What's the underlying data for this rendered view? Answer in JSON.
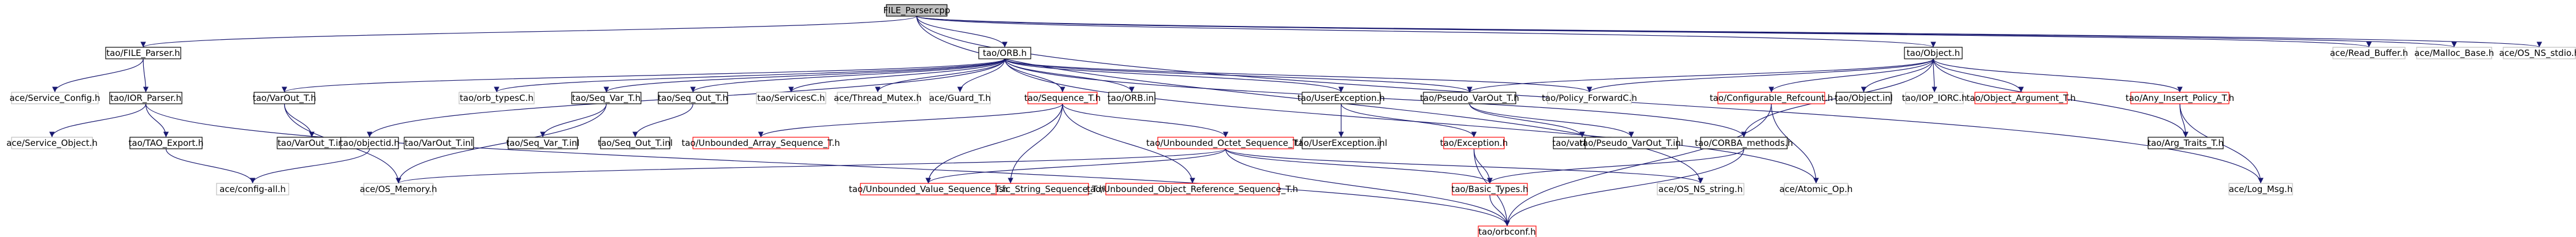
{
  "colors": {
    "edge": "#191970",
    "node_border_default": "#000000",
    "node_border_missing": "#bfbfbf",
    "node_border_truncated": "#ff0000",
    "root_fill": "#bfbfbf",
    "text": "#000000"
  },
  "nodes": [
    {
      "id": "root",
      "label": "FILE_Parser.cpp",
      "style": "root"
    },
    {
      "id": "fileparser",
      "label": "tao/FILE_Parser.h",
      "style": "normal"
    },
    {
      "id": "orb",
      "label": "tao/ORB.h",
      "style": "normal"
    },
    {
      "id": "object",
      "label": "tao/Object.h",
      "style": "normal"
    },
    {
      "id": "readbuf",
      "label": "ace/Read_Buffer.h",
      "style": "missing"
    },
    {
      "id": "mallocbase",
      "label": "ace/Malloc_Base.h",
      "style": "missing"
    },
    {
      "id": "osnsstdio",
      "label": "ace/OS_NS_stdio.h",
      "style": "missing"
    },
    {
      "id": "svcconfig",
      "label": "ace/Service_Config.h",
      "style": "missing"
    },
    {
      "id": "iorparser",
      "label": "tao/IOR_Parser.h",
      "style": "normal"
    },
    {
      "id": "svcobject",
      "label": "ace/Service_Object.h",
      "style": "missing"
    },
    {
      "id": "taoexport",
      "label": "tao/TAO_Export.h",
      "style": "normal"
    },
    {
      "id": "configall",
      "label": "ace/config-all.h",
      "style": "missing"
    },
    {
      "id": "varoutt",
      "label": "tao/VarOut_T.h",
      "style": "normal"
    },
    {
      "id": "varoutinl",
      "label": "tao/VarOut_T.inl",
      "style": "normal"
    },
    {
      "id": "orbtypesc",
      "label": "tao/orb_typesC.h",
      "style": "missing"
    },
    {
      "id": "seqvart",
      "label": "tao/Seq_Var_T.h",
      "style": "normal"
    },
    {
      "id": "seqoutt",
      "label": "tao/Seq_Out_T.h",
      "style": "normal"
    },
    {
      "id": "servicesc",
      "label": "tao/ServicesC.h",
      "style": "missing"
    },
    {
      "id": "threadmutex",
      "label": "ace/Thread_Mutex.h",
      "style": "missing"
    },
    {
      "id": "guardt",
      "label": "ace/Guard_T.h",
      "style": "missing"
    },
    {
      "id": "seqt",
      "label": "tao/Sequence_T.h",
      "style": "truncated"
    },
    {
      "id": "orbinl",
      "label": "tao/ORB.inl",
      "style": "normal"
    },
    {
      "id": "userexc",
      "label": "tao/UserException.h",
      "style": "normal"
    },
    {
      "id": "pseudovaroutt",
      "label": "tao/Pseudo_VarOut_T.h",
      "style": "normal"
    },
    {
      "id": "policyfwd",
      "label": "tao/Policy_ForwardC.h",
      "style": "missing"
    },
    {
      "id": "configrefcount",
      "label": "tao/Configurable_Refcount.h",
      "style": "truncated"
    },
    {
      "id": "objectinl",
      "label": "tao/Object.inl",
      "style": "normal"
    },
    {
      "id": "iopiorc",
      "label": "tao/IOP_IORC.h",
      "style": "missing"
    },
    {
      "id": "objectargt",
      "label": "tao/Object_Argument_T.h",
      "style": "truncated"
    },
    {
      "id": "anyinsertpolicy",
      "label": "tao/Any_Insert_Policy_T.h",
      "style": "truncated"
    },
    {
      "id": "objectid",
      "label": "tao/objectid.h",
      "style": "normal"
    },
    {
      "id": "varoutinl2",
      "label": "tao/VarOut_T.inl",
      "style": "normal"
    },
    {
      "id": "seqvarinl",
      "label": "tao/Seq_Var_T.inl",
      "style": "normal"
    },
    {
      "id": "seqoutinl",
      "label": "tao/Seq_Out_T.inl",
      "style": "normal"
    },
    {
      "id": "unbarray",
      "label": "tao/Unbounded_Array_Sequence_T.h",
      "style": "truncated"
    },
    {
      "id": "unbbasicstr",
      "label": "tao/Unbounded_Basic_String_Sequence_T.h",
      "style": "truncated"
    },
    {
      "id": "unbobjref",
      "label": "tao/Unbounded_Object_Reference_Sequence_T.h",
      "style": "truncated"
    },
    {
      "id": "unboctet",
      "label": "tao/Unbounded_Octet_Sequence_T.h",
      "style": "truncated"
    },
    {
      "id": "userexcinl",
      "label": "tao/UserException.inl",
      "style": "normal"
    },
    {
      "id": "exception",
      "label": "tao/Exception.h",
      "style": "truncated"
    },
    {
      "id": "varbase",
      "label": "tao/varbase.h",
      "style": "normal"
    },
    {
      "id": "pseudovaroutinl",
      "label": "tao/Pseudo_VarOut_T.inl",
      "style": "normal"
    },
    {
      "id": "corbamethods",
      "label": "tao/CORBA_methods.h",
      "style": "normal"
    },
    {
      "id": "atomicop",
      "label": "ace/Atomic_Op.h",
      "style": "missing"
    },
    {
      "id": "argtraits",
      "label": "tao/Arg_Traits_T.h",
      "style": "normal"
    },
    {
      "id": "logmsg",
      "label": "ace/Log_Msg.h",
      "style": "missing"
    },
    {
      "id": "osmemory",
      "label": "ace/OS_Memory.h",
      "style": "missing"
    },
    {
      "id": "unbvalue",
      "label": "tao/Unbounded_Value_Sequence_T.h",
      "style": "truncated"
    },
    {
      "id": "basictypes",
      "label": "tao/Basic_Types.h",
      "style": "truncated"
    },
    {
      "id": "osnsstring",
      "label": "ace/OS_NS_string.h",
      "style": "missing"
    },
    {
      "id": "versioned",
      "label": "tao/orbconf.h",
      "style": "truncated"
    }
  ]
}
